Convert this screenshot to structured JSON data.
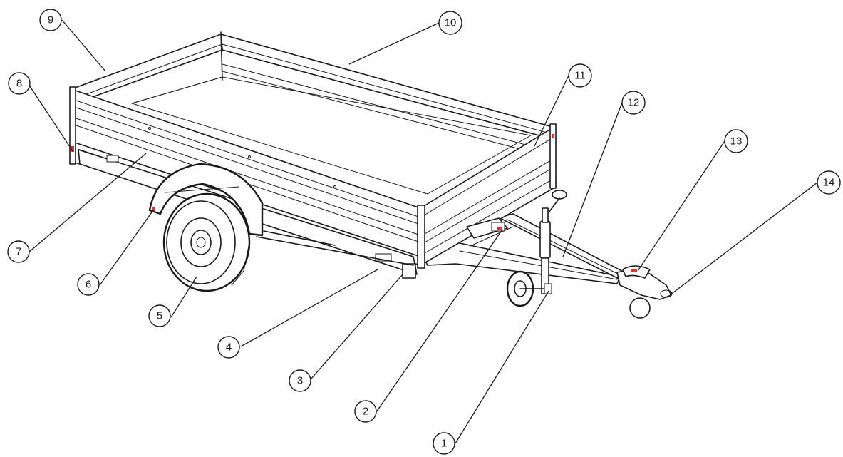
{
  "diagram": {
    "callouts": [
      {
        "id": "1",
        "label": "1"
      },
      {
        "id": "2",
        "label": "2"
      },
      {
        "id": "3",
        "label": "3"
      },
      {
        "id": "4",
        "label": "4"
      },
      {
        "id": "5",
        "label": "5"
      },
      {
        "id": "6",
        "label": "6"
      },
      {
        "id": "7",
        "label": "7"
      },
      {
        "id": "8",
        "label": "8"
      },
      {
        "id": "9",
        "label": "9"
      },
      {
        "id": "10",
        "label": "10"
      },
      {
        "id": "11",
        "label": "11"
      },
      {
        "id": "12",
        "label": "12"
      },
      {
        "id": "13",
        "label": "13"
      },
      {
        "id": "14",
        "label": "14"
      }
    ],
    "colors": {
      "line": "#1a1a1a",
      "background": "#ffffff",
      "reflector": "#dd3333"
    }
  }
}
